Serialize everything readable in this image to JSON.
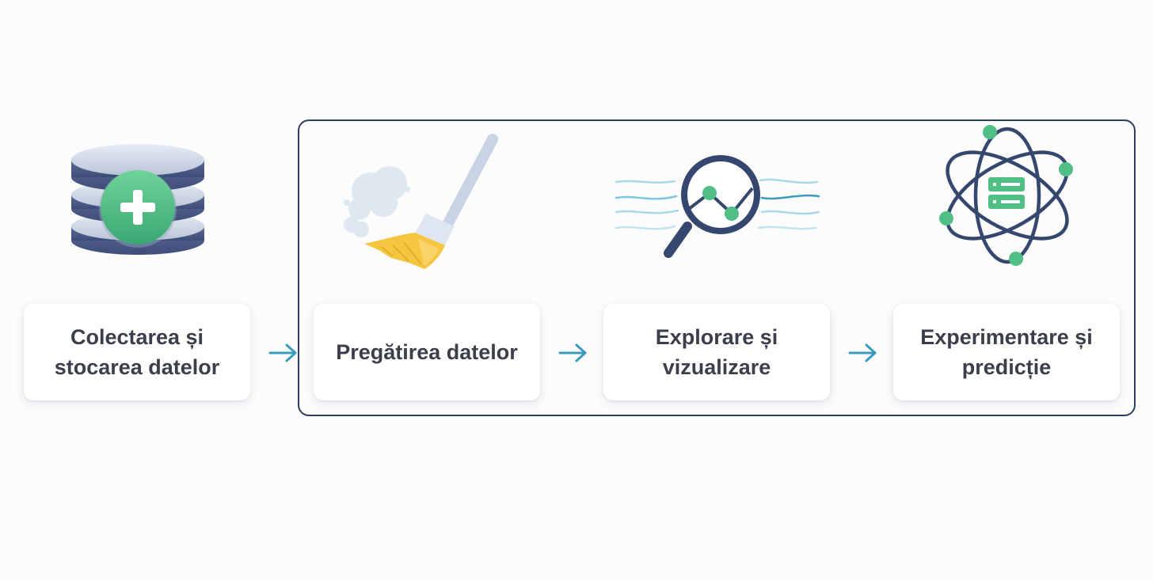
{
  "steps": [
    {
      "id": "collect",
      "label": "Colectarea și\nstocarea datelor",
      "icon": "database-plus-icon"
    },
    {
      "id": "prepare",
      "label": "Pregătirea datelor",
      "icon": "broom-icon"
    },
    {
      "id": "explore",
      "label": "Explorare și\nvizualizare",
      "icon": "magnifier-chart-icon"
    },
    {
      "id": "experiment",
      "label": "Experimentare și\npredicție",
      "icon": "atom-server-icon"
    }
  ],
  "colors": {
    "frame": "#2c3e63",
    "arrow": "#3c9bbd",
    "green": "#4fbf85",
    "navy": "#36476f",
    "yellow": "#f6c643",
    "text": "#3a3f4b"
  }
}
